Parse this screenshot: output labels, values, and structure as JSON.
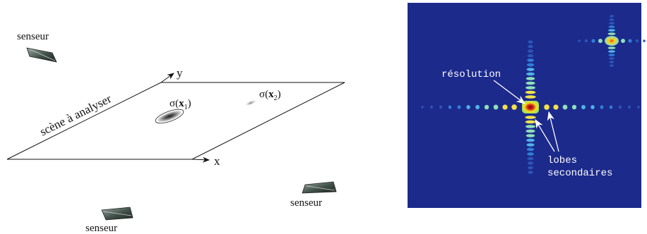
{
  "left_diagram": {
    "sensor_label_top": "senseur",
    "sensor_label_right": "senseur",
    "sensor_label_bottom": "senseur",
    "scene_label": "scène à analyser",
    "axis_y_label": "y",
    "axis_x_label": "x",
    "sigma1_prefix": "σ(",
    "sigma1_bold": "x",
    "sigma1_sub": "1",
    "sigma1_suffix": ")",
    "sigma2_prefix": "σ(",
    "sigma2_bold": "x",
    "sigma2_sub": "2",
    "sigma2_suffix": ")"
  },
  "psf_image": {
    "background_color": "#1c2a8c",
    "annotation_resolution": "résolution",
    "annotation_lobes_line1": "lobes",
    "annotation_lobes_line2": "secondaires"
  }
}
